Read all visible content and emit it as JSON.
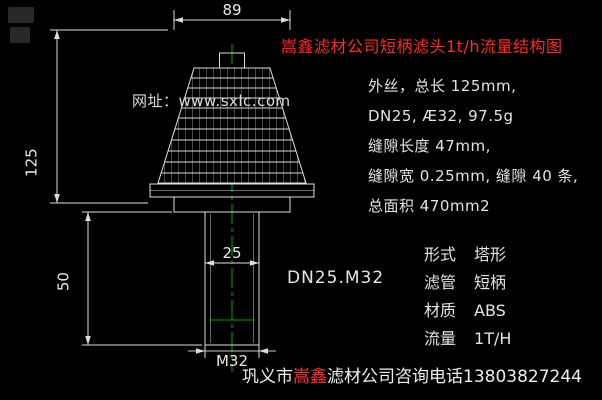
{
  "colors": {
    "background": "#000000",
    "line": "#dedede",
    "centerline_green": "#00aa00",
    "title_red": "#ff2a2a",
    "brand_red": "#ff3333",
    "text": "#e4e4e4"
  },
  "title": "嵩鑫滤材公司短柄滤头1t/h流量结构图",
  "watermark": "网址：www.sxlc.com",
  "specs": [
    "外丝，总长 125mm,",
    "DN25, Æ32, 97.5g",
    "缝隙长度 47mm,",
    "缝隙宽 0.25mm, 缝隙 40 条,",
    "总面积 470mm2"
  ],
  "properties": [
    {
      "label": "形式",
      "value": "塔形"
    },
    {
      "label": "滤管",
      "value": "短柄"
    },
    {
      "label": "材质",
      "value": "ABS"
    },
    {
      "label": "流量",
      "value": "1T/H"
    }
  ],
  "footer": {
    "prefix": "巩义市",
    "brand": "嵩鑫",
    "suffix": "滤材公司咨询电话13803827244"
  },
  "dimensions": {
    "cap_width": "89",
    "total_height": "125",
    "stem_height": "50",
    "stem_inner_width": "25",
    "thread": "M32",
    "spec_label": "DN25.M32"
  }
}
